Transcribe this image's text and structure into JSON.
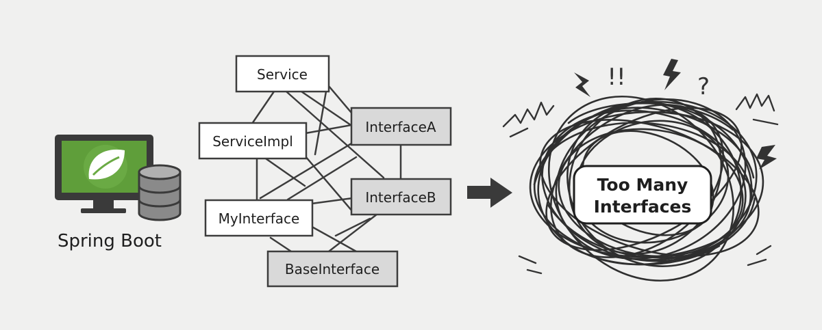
{
  "spring_boot": {
    "label": "Spring Boot",
    "screen_color": "#5f9e3a",
    "frame_color": "#3a3a3a",
    "database_color": "#8a8a8a"
  },
  "nodes": [
    {
      "id": "service",
      "label": "Service",
      "highlight": false
    },
    {
      "id": "service-impl",
      "label": "ServiceImpl",
      "highlight": false
    },
    {
      "id": "interface-a",
      "label": "InterfaceA",
      "highlight": true
    },
    {
      "id": "interface-b",
      "label": "InterfaceB",
      "highlight": true
    },
    {
      "id": "my-interface",
      "label": "MyInterface",
      "highlight": false
    },
    {
      "id": "base-interface",
      "label": "BaseInterface",
      "highlight": true
    }
  ],
  "result": {
    "title_line1": "Too Many",
    "title_line2": "Interfaces",
    "symbols": [
      "!!",
      "?"
    ]
  },
  "colors": {
    "background": "#f0f0ef",
    "box_fill": "#ffffff",
    "box_highlight_fill": "#d9d9d9",
    "line": "#3c3c3c"
  }
}
